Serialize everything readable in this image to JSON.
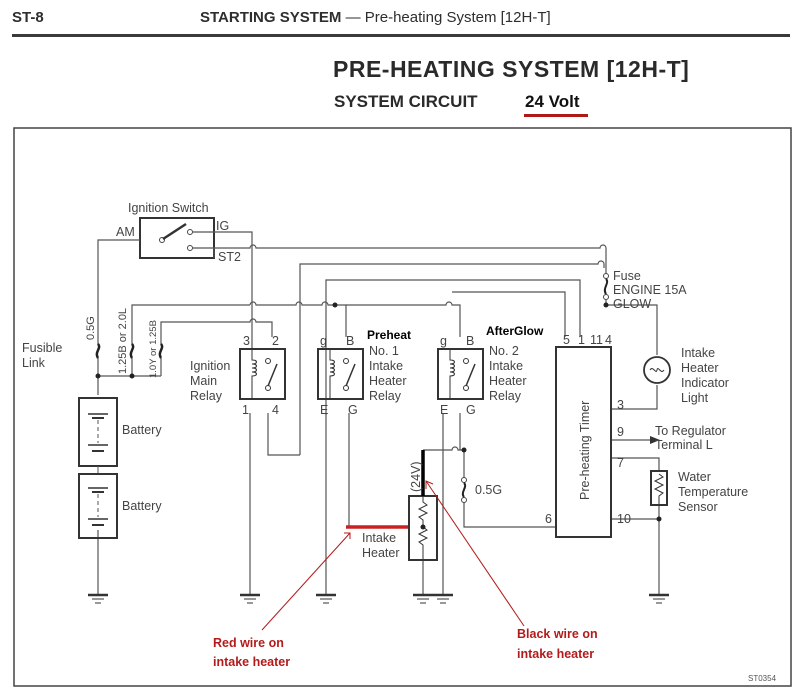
{
  "header": {
    "page_number": "ST-8",
    "section": "STARTING SYSTEM",
    "separator": " — ",
    "subsection": "Pre-heating System [12H-T]"
  },
  "title": "PRE-HEATING SYSTEM [12H-T]",
  "subtitle": "SYSTEM CIRCUIT",
  "voltage_annotation": "24 Volt",
  "colors": {
    "annotation_red": "#b31b1b",
    "wire_gray": "#555555",
    "red_wire": "#cc2020",
    "black_wire": "#000000"
  },
  "diagram": {
    "ignition_switch": {
      "label": "Ignition Switch",
      "terminals": [
        "AM",
        "IG",
        "ST2"
      ]
    },
    "fusible_link": {
      "label_line1": "Fusible",
      "label_line2": "Link",
      "links": [
        "0.5G",
        "1.25B or 2.0L",
        "1.0Y or 1.25B"
      ]
    },
    "batteries": [
      {
        "label": "Battery"
      },
      {
        "label": "Battery"
      }
    ],
    "ignition_main_relay": {
      "label_lines": [
        "Ignition",
        "Main",
        "Relay"
      ],
      "terminals": [
        "3",
        "2",
        "1",
        "4"
      ]
    },
    "intake_heater_relay_1": {
      "annotation": "Preheat",
      "label_lines": [
        "No. 1",
        "Intake",
        "Heater",
        "Relay"
      ],
      "terminals": [
        "g",
        "B",
        "E",
        "G"
      ]
    },
    "intake_heater_relay_2": {
      "annotation": "AfterGlow",
      "label_lines": [
        "No. 2",
        "Intake",
        "Heater",
        "Relay"
      ],
      "terminals": [
        "g",
        "B",
        "E",
        "G"
      ]
    },
    "fuse": {
      "label_lines": [
        "Fuse",
        "ENGINE 15A",
        "GLOW"
      ]
    },
    "indicator_light": {
      "label_lines": [
        "Intake",
        "Heater",
        "Indicator",
        "Light"
      ]
    },
    "timer": {
      "label": "Pre-heating Timer",
      "pins_top": [
        "5",
        "1",
        "11",
        "4"
      ],
      "pins_right": [
        "3",
        "9",
        "7",
        "10"
      ],
      "pins_left": [
        "6"
      ]
    },
    "regulator": {
      "label_lines": [
        "To Regulator",
        "Terminal L"
      ]
    },
    "water_sensor": {
      "label_lines": [
        "Water",
        "Temperature",
        "Sensor"
      ]
    },
    "intake_heater": {
      "label_lines": [
        "Intake",
        "Heater"
      ],
      "voltage": "(24V)"
    },
    "heater_fuse": "0.5G",
    "annotations": {
      "red_wire": [
        "Red wire on",
        "intake heater"
      ],
      "black_wire": [
        "Black wire on",
        "intake heater"
      ]
    },
    "figure_code": "ST0354"
  }
}
